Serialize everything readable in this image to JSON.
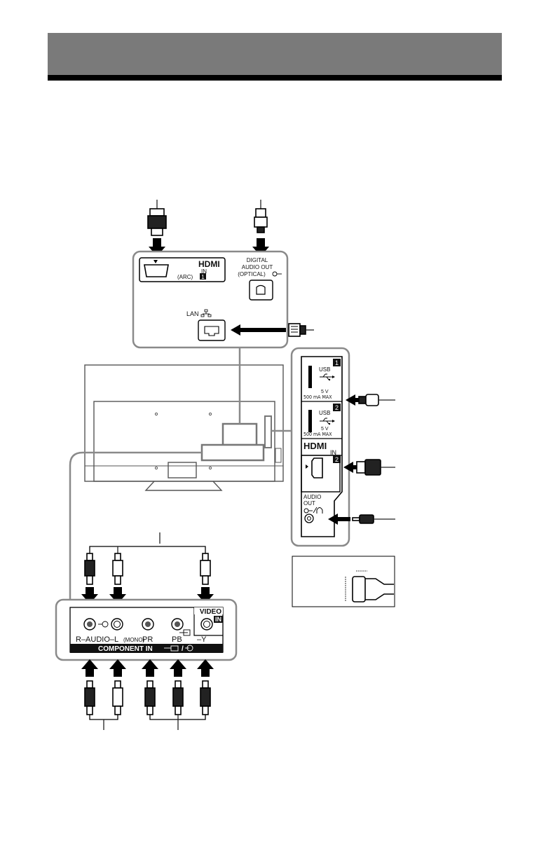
{
  "header": {
    "title": ""
  },
  "top_panel": {
    "hdmi_logo": "HDMI",
    "hdmi_in": "IN",
    "hdmi_arc": "(ARC)",
    "hdmi_num": "1",
    "digital_line1": "DIGITAL",
    "digital_line2": "AUDIO OUT",
    "digital_line3": "(OPTICAL)",
    "lan_label": "LAN"
  },
  "side_panel": {
    "usb1_label": "USB",
    "usb1_num": "1",
    "usb1_power": "5 V",
    "usb1_current": "500 mA MAX",
    "usb2_label": "USB",
    "usb2_num": "2",
    "usb2_power": "5 V",
    "usb2_current": "500 mA MAX",
    "hdmi_logo": "HDMI",
    "hdmi_in": "IN",
    "hdmi_num": "2",
    "audio_line1": "AUDIO",
    "audio_line2": "OUT"
  },
  "bottom_panel": {
    "r_audio_l": "R–AUDIO–L",
    "mono": "(MONO)",
    "pr": "PR",
    "pb": "PB",
    "y": "–Y",
    "video_in_line1": "VIDEO",
    "video_in_line2": "IN",
    "component_in": "COMPONENT IN",
    "component_suffix": "/"
  },
  "colors": {
    "header_band": "#7a7a7a",
    "header_rule": "#000000",
    "panel_border": "#8a8a8a",
    "label_bar": "#111111"
  }
}
